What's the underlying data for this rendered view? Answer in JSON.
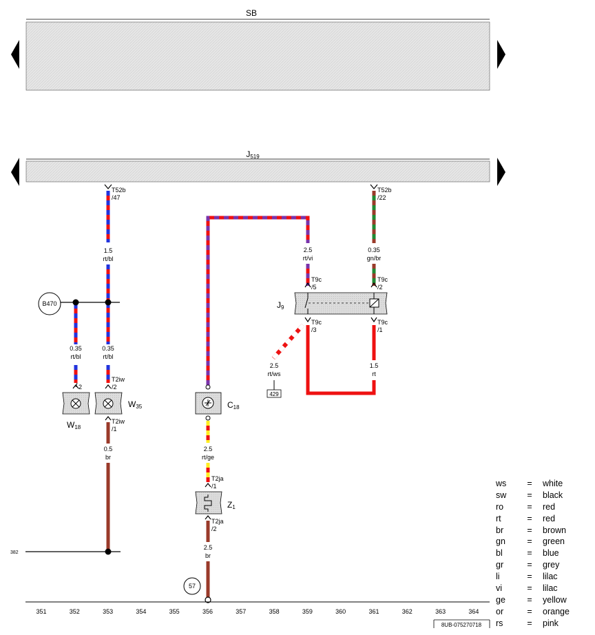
{
  "units": {
    "sb": {
      "name": "SB"
    },
    "j519": {
      "name": "J",
      "sub": "519"
    }
  },
  "components": {
    "b470": "B470",
    "w18": {
      "name": "W",
      "sub": "18"
    },
    "w35": {
      "name": "W",
      "sub": "35"
    },
    "c18": {
      "name": "C",
      "sub": "18"
    },
    "z1": {
      "name": "Z",
      "sub": "1"
    },
    "j9": {
      "name": "J",
      "sub": "9"
    },
    "ground_57": "57",
    "ref_429": "429"
  },
  "connectors": {
    "t52b_47": [
      "T52b",
      "/47"
    ],
    "t52b_22": [
      "T52b",
      "/22"
    ],
    "t9c_5": [
      "T9c",
      "/5"
    ],
    "t9c_2": [
      "T9c",
      "/2"
    ],
    "t9c_3": [
      "T9c",
      "/3"
    ],
    "t9c_1": [
      "T9c",
      "/1"
    ],
    "w18_pin": "2",
    "t2iw_2": [
      "T2iw",
      "/2"
    ],
    "t2iw_1": [
      "T2iw",
      "/1"
    ],
    "t2ja_1": [
      "T2ja",
      "/1"
    ],
    "t2ja_2": [
      "T2ja",
      "/2"
    ]
  },
  "wires": {
    "w353_top": {
      "size": "1.5",
      "color": "rt/bl"
    },
    "w352": {
      "size": "0.35",
      "color": "rt/bl"
    },
    "w353_mid": {
      "size": "0.35",
      "color": "rt/bl"
    },
    "w353_bot": {
      "size": "0.5",
      "color": "br"
    },
    "w356_mid": {
      "size": "2.5",
      "color": "rt/ge"
    },
    "w356_bot": {
      "size": "2.5",
      "color": "br"
    },
    "w359_top": {
      "size": "2.5",
      "color": "rt/vi"
    },
    "w361_top": {
      "size": "0.35",
      "color": "gn/br"
    },
    "w358": {
      "size": "2.5",
      "color": "rt/ws"
    },
    "w361_bot": {
      "size": "1.5",
      "color": "rt"
    }
  },
  "left_ref": "382",
  "track_numbers": [
    "351",
    "352",
    "353",
    "354",
    "355",
    "356",
    "357",
    "358",
    "359",
    "360",
    "361",
    "362",
    "363",
    "364"
  ],
  "doc_id": "8UB-075270718",
  "legend": [
    {
      "code": "ws",
      "eq": "=",
      "name": "white"
    },
    {
      "code": "sw",
      "eq": "=",
      "name": "black"
    },
    {
      "code": "ro",
      "eq": "=",
      "name": "red"
    },
    {
      "code": "rt",
      "eq": "=",
      "name": "red"
    },
    {
      "code": "br",
      "eq": "=",
      "name": "brown"
    },
    {
      "code": "gn",
      "eq": "=",
      "name": "green"
    },
    {
      "code": "bl",
      "eq": "=",
      "name": "blue"
    },
    {
      "code": "gr",
      "eq": "=",
      "name": "grey"
    },
    {
      "code": "li",
      "eq": "=",
      "name": "lilac"
    },
    {
      "code": "vi",
      "eq": "=",
      "name": "lilac"
    },
    {
      "code": "ge",
      "eq": "=",
      "name": "yellow"
    },
    {
      "code": "or",
      "eq": "=",
      "name": "orange"
    },
    {
      "code": "rs",
      "eq": "=",
      "name": "pink"
    }
  ],
  "colors": {
    "red": "#ee1111",
    "blue": "#2233dd",
    "violet": "#7a33aa",
    "green": "#228833",
    "brown": "#9a3a2a",
    "yellow": "#ffee22",
    "white": "#ffffff",
    "unit_fill": "#e4e4e4"
  }
}
